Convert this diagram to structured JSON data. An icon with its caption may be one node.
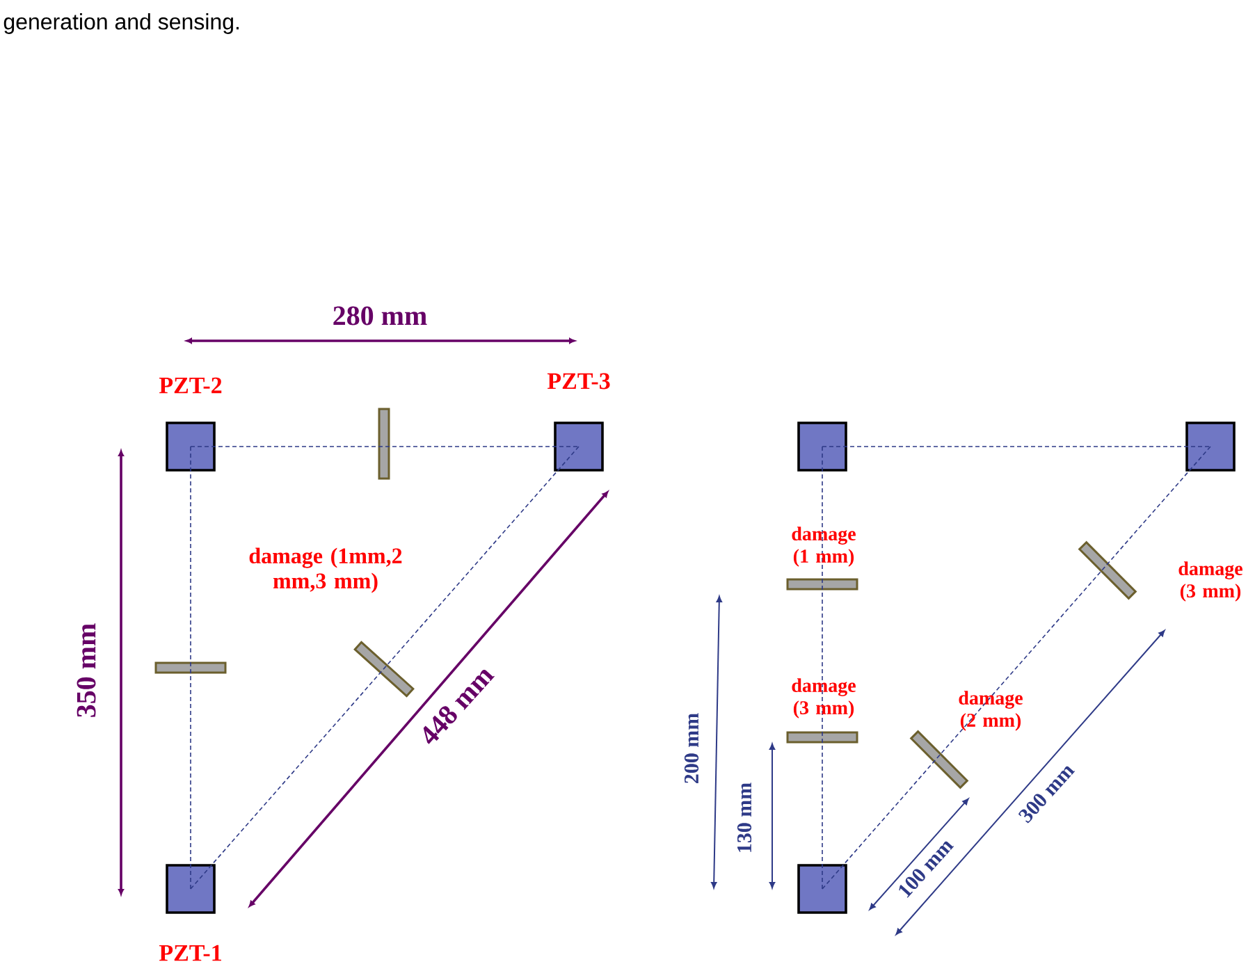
{
  "diagram": {
    "caption": "generation and sensing.",
    "nodes": [
      {
        "text": [
          "PZT-2"
        ]
      },
      {
        "text": [
          "PZT-3"
        ]
      },
      {
        "text": [
          "PZT-1"
        ]
      },
      {
        "text": [],
        "shape": "box"
      },
      {
        "text": [],
        "shape": "box"
      },
      {
        "text": [],
        "shape": "box"
      }
    ],
    "edges": [
      {
        "from": 0,
        "to": 1,
        "arrow": "none",
        "style": "dashed"
      },
      {
        "from": 0,
        "to": 2,
        "arrow": "none",
        "style": "dashed"
      },
      {
        "from": 2,
        "to": 1,
        "arrow": "none",
        "style": "dashed"
      },
      {
        "from": 3,
        "to": 4,
        "arrow": "none",
        "style": "dashed"
      },
      {
        "from": 3,
        "to": 5,
        "arrow": "none",
        "style": "dashed"
      },
      {
        "from": 5,
        "to": 4,
        "arrow": "none",
        "style": "dashed"
      }
    ],
    "labels": [
      "280 mm",
      "damage (1mm,2 mm,3 mm)",
      "350 mm",
      "448 mm",
      "damage (1 mm)",
      "damage (3 mm)",
      "damage (3 mm)",
      "damage (2 mm)",
      "200 mm",
      "130 mm",
      "300 mm",
      "100 mm"
    ]
  }
}
